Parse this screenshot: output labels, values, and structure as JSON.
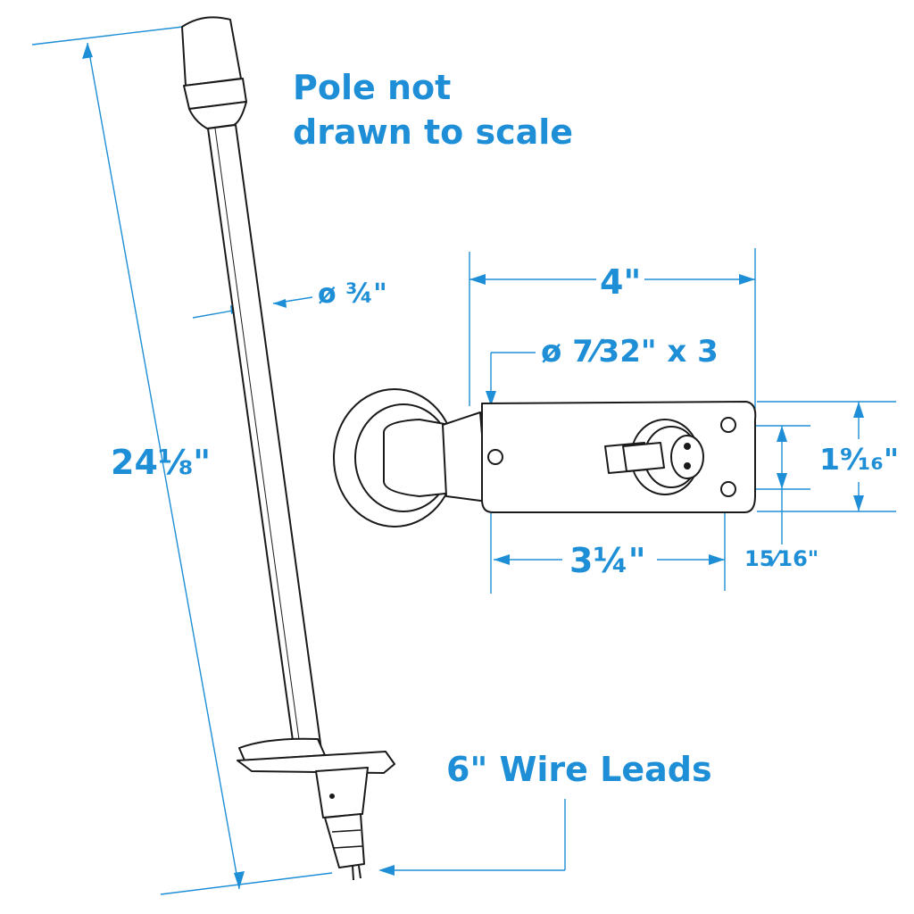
{
  "note": {
    "line1": "Pole not",
    "line2": "drawn to scale"
  },
  "dimensions": {
    "pole_length": "24⅛\"",
    "pole_diameter": "ø ¾\"",
    "base_width": "4\"",
    "hole_size": "ø 7⁄32\" x 3",
    "hole_spacing_horizontal": "3¼\"",
    "base_height": "1⁹⁄₁₆\"",
    "hole_spacing_vertical": "15⁄16\""
  },
  "callout": {
    "wire_leads": "6\" Wire Leads"
  },
  "colors": {
    "dimension": "#1e8fd6",
    "drawing": "#1a1a1a"
  }
}
